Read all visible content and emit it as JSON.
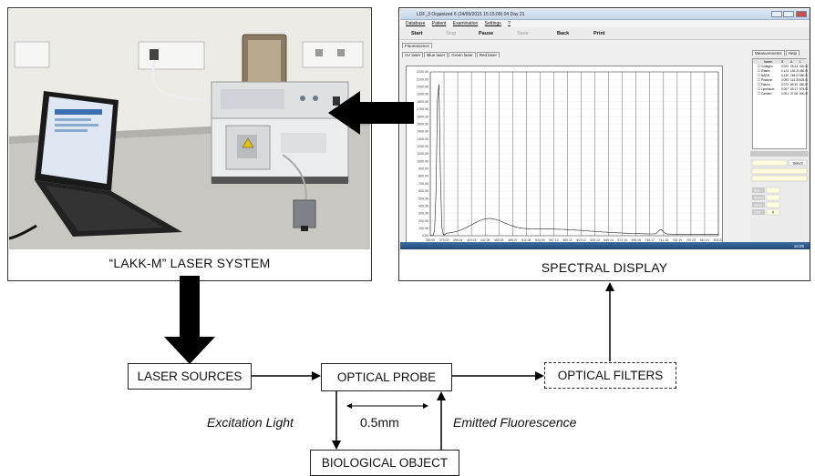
{
  "left_panel": {
    "caption": "“LAKK-M” LASER SYSTEM"
  },
  "right_panel": {
    "caption": "SPECTRAL DISPLAY",
    "window_title": "LDF_3 Organized 6 (24/09/2015 15:15:09) 04 Day 21",
    "menu": [
      "Database",
      "Patient",
      "Examination",
      "Settings",
      "?"
    ],
    "toolbar": [
      "Start",
      "Stop",
      "Pause",
      "Save",
      "Back",
      "Print"
    ],
    "mode_tab": "Fluorescence",
    "laser_tabs": [
      "UV laser",
      "Blue laser",
      "Green laser",
      "Red laser"
    ],
    "side_tabs": [
      "Measurements",
      "Help"
    ],
    "table_header": [
      "Name",
      "S",
      "A",
      "L"
    ],
    "table_rows": [
      [
        "Collagen",
        "0.022",
        "26.24",
        "420.00"
      ],
      [
        "Elastin",
        "0.123",
        "154.21",
        "450.00"
      ],
      [
        "NADH",
        "0.130",
        "164.07",
        "460.00"
      ],
      [
        "Pindoxin",
        "0.093",
        "114.30",
        "525.00"
      ],
      [
        "Flavon",
        "0.073",
        "89.30",
        "550.00"
      ],
      [
        "Lipofuscin",
        "0.097",
        "69.17",
        "575.00"
      ],
      [
        "Caroten",
        "0.001",
        "37.08",
        "600.00"
      ]
    ],
    "select_button": "Select",
    "side_fields": [
      "Max",
      "Mod12",
      "Sat12",
      "CMF"
    ],
    "cmf_value": "0",
    "y_ticks": [
      "2200.00",
      "2100.00",
      "2000.00",
      "1900.00",
      "1800.00",
      "1700.00",
      "1600.00",
      "1500.00",
      "1400.00",
      "1300.00",
      "1200.00",
      "1100.00",
      "1000.00",
      "900.00",
      "800.00",
      "700.00",
      "600.00",
      "500.00",
      "400.00",
      "300.00",
      "200.00",
      "100.00",
      "0.00"
    ],
    "x_ticks": [
      "350.00",
      "373.02",
      "396.04",
      "419.04",
      "442.05",
      "465.06",
      "488.07",
      "511.08",
      "534.09",
      "557.10",
      "580.11",
      "603.12",
      "626.13",
      "649.14",
      "672.15",
      "695.16",
      "718.17",
      "741.18",
      "764.19",
      "787.20",
      "810.21",
      "833.22"
    ],
    "clock": "16:05"
  },
  "flow": {
    "laser_sources": "LASER SOURCES",
    "optical_probe": "OPTICAL PROBE",
    "optical_filters": "OPTICAL FILTERS",
    "biological_object": "BIOLOGICAL OBJECT",
    "excitation": "Excitation Light",
    "emitted": "Emitted Fluorescence",
    "distance": "0.5mm"
  }
}
